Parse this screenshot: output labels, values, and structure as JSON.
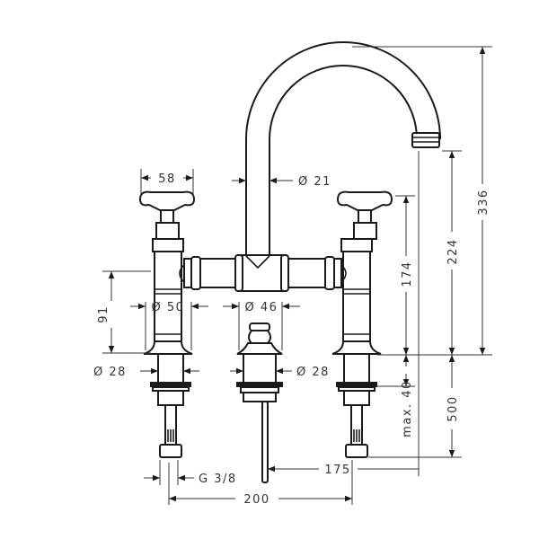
{
  "drawing": {
    "dimensions": {
      "handle_width": "58",
      "spout_diameter": "Ø 21",
      "total_height": "336",
      "spout_height": "224",
      "handle_height": "174",
      "body_height": "91",
      "body_diameter": "Ø 50",
      "popup_diameter": "Ø 46",
      "shank_diameter_left": "Ø 28",
      "shank_diameter_center": "Ø 28",
      "max_thickness": "max. 40",
      "hose_length": "500",
      "connection_thread": "G 3/8",
      "spout_reach": "175",
      "center_distance": "200"
    },
    "colors": {
      "line": "#1a1a1a",
      "dimension": "#333333"
    }
  }
}
